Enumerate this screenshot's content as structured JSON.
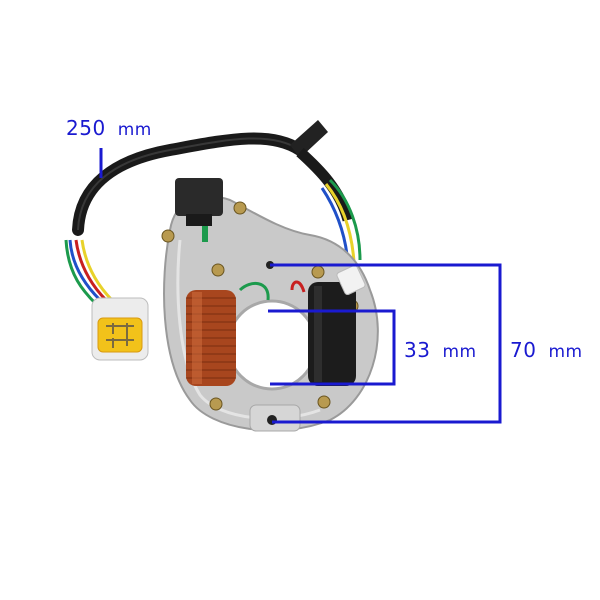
{
  "image": {
    "subject": "Motorcycle stator magneto with wiring harness and connector",
    "background_color": "#ffffff"
  },
  "annotations": {
    "color": "#1a1ad0",
    "cable_length": {
      "value": "250",
      "unit": "mm"
    },
    "coil_height": {
      "value": "33",
      "unit": "mm"
    },
    "mount_hole_spacing": {
      "value": "70",
      "unit": "mm"
    }
  },
  "components": {
    "coils": [
      {
        "name": "copper-coil",
        "color": "#a8461e"
      },
      {
        "name": "black-coil",
        "color": "#1c1c1c"
      }
    ],
    "connector": {
      "color": "#f2c21a",
      "housing_color": "#ececec"
    },
    "wires": [
      "#1c9a4c",
      "#e8d22a",
      "#2050c8",
      "#c82020",
      "#6a2a20"
    ],
    "pickup": {
      "color": "#2a2a2a"
    },
    "plate": {
      "color": "#c9c9c9"
    }
  }
}
